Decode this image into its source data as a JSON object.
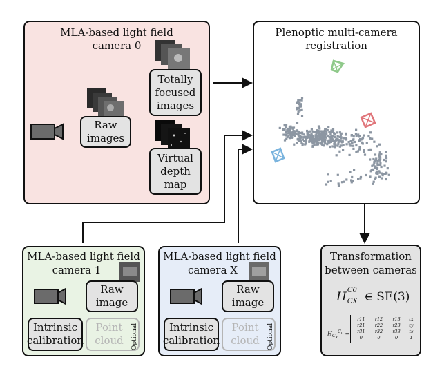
{
  "camera0": {
    "title_line1": "MLA-based light field",
    "title_line2": "camera 0",
    "raw_images": [
      "Raw",
      "images"
    ],
    "focused_images": [
      "Totally",
      "focused",
      "images"
    ],
    "virtual_depth": [
      "Virtual",
      "depth",
      "map"
    ],
    "bg_color": "#f9e3e1"
  },
  "registration": {
    "title_line1": "Plenoptic multi-camera",
    "title_line2": "registration",
    "camera_colors": [
      "#8fc98a",
      "#e0757a",
      "#7ab4de"
    ],
    "point_color": "#8c96a2"
  },
  "camera1": {
    "title_line1": "MLA-based light field",
    "title_line2": "camera 1",
    "raw_image": [
      "Raw",
      "image"
    ],
    "intrinsic": [
      "Intrinsic",
      "calibration"
    ],
    "point_cloud": [
      "Point",
      "cloud"
    ],
    "optional": "Optional",
    "bg_color": "#e9f3e4"
  },
  "cameraX": {
    "title_line1": "MLA-based light field",
    "title_line2": "camera X",
    "raw_image": [
      "Raw",
      "image"
    ],
    "intrinsic": [
      "Intrinsic",
      "calibration"
    ],
    "point_cloud": [
      "Point",
      "cloud"
    ],
    "optional": "Optional",
    "bg_color": "#e6edf8"
  },
  "transformation": {
    "title_line1": "Transformation",
    "title_line2": "between cameras",
    "formula_lhs": "H",
    "formula_sup": "C0",
    "formula_sub": "CX",
    "formula_rhs": "∈ SE(3)",
    "matrix_rows": [
      [
        "r11",
        "r12",
        "r13",
        "tx"
      ],
      [
        "r21",
        "r22",
        "r23",
        "ty"
      ],
      [
        "r31",
        "r32",
        "r33",
        "tz"
      ],
      [
        "0",
        "0",
        "0",
        "1"
      ]
    ],
    "bg_color": "#e3e3e3"
  }
}
